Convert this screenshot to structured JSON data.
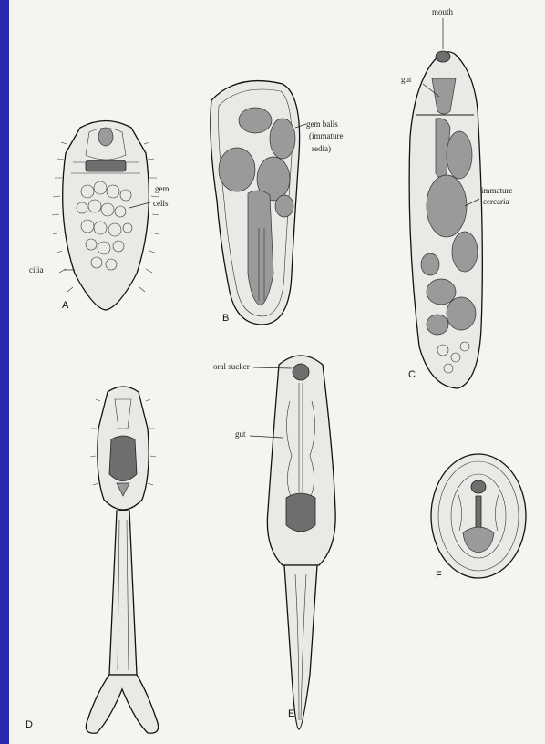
{
  "stages": [
    {
      "letter": "A",
      "labels": [
        "gem",
        "cells",
        "cilia"
      ]
    },
    {
      "letter": "B",
      "labels": [
        "gem balls",
        "(immature",
        "redia)"
      ]
    },
    {
      "letter": "C",
      "labels": [
        "mouth",
        "gut",
        "immature",
        "cercaria"
      ]
    },
    {
      "letter": "D",
      "labels": []
    },
    {
      "letter": "E",
      "labels": [
        "oral sucker",
        "gut"
      ]
    },
    {
      "letter": "F",
      "labels": []
    }
  ],
  "colors": {
    "frame": "#2a2ab0",
    "paper": "#f4f4f1",
    "ink": "#1a1a1a"
  }
}
